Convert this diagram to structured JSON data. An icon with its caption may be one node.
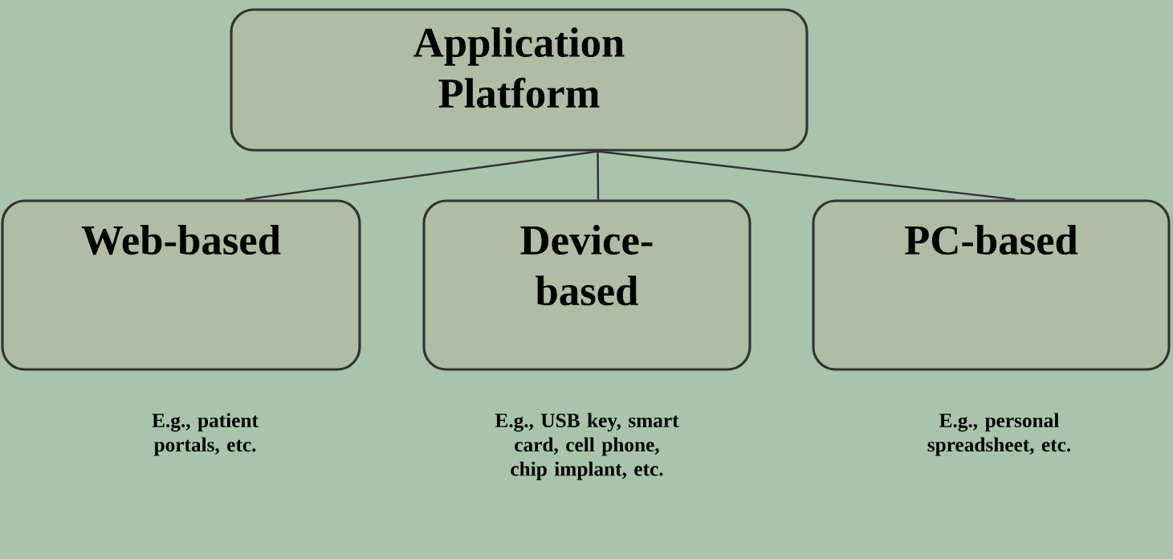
{
  "diagram": {
    "nodes": [
      {
        "text": [
          "Application Platform"
        ]
      },
      {
        "text": [
          "Web-based"
        ],
        "beside": [
          "E.g., patient portals, etc."
        ]
      },
      {
        "text": [
          "Device-based"
        ],
        "beside": [
          "E.g., USB key, smart card, cell phone, chip implant, etc."
        ]
      },
      {
        "text": [
          "PC-based"
        ],
        "beside": [
          "E.g., personal spreadsheet, etc."
        ]
      }
    ],
    "edges": [
      {
        "from": 0,
        "to": 1,
        "arrow": "none"
      },
      {
        "from": 0,
        "to": 2,
        "arrow": "none"
      },
      {
        "from": 0,
        "to": 3,
        "arrow": "none"
      }
    ]
  }
}
